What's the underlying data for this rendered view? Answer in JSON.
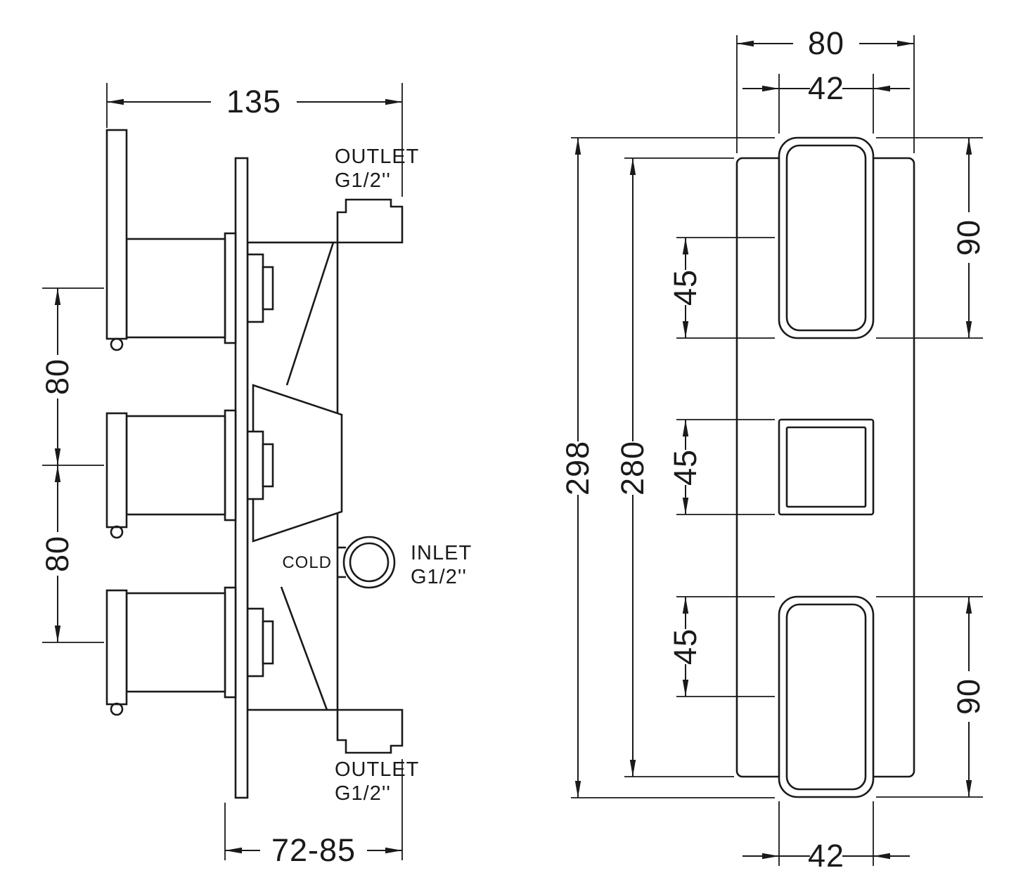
{
  "drawing": {
    "description": "Technical dimension drawing of a triple concealed shower valve, side view and front view",
    "side_view": {
      "dims": {
        "width": "135",
        "pitch_upper": "80",
        "pitch_lower": "80",
        "depth": "72-85"
      },
      "labels": {
        "outlet_top_line1": "OUTLET",
        "outlet_top_line2": "G1/2''",
        "cold": "COLD",
        "inlet_line1": "INLET",
        "inlet_line2": "G1/2''",
        "outlet_bottom_line1": "OUTLET",
        "outlet_bottom_line2": "G1/2''"
      }
    },
    "front_view": {
      "dims": {
        "plate_width": "80",
        "handle_width_top": "42",
        "overall_height": "298",
        "plate_height": "280",
        "offset_top": "45",
        "offset_middle": "45",
        "offset_bottom": "45",
        "handle_height_top": "90",
        "handle_height_bottom": "90",
        "handle_width_bottom": "42"
      }
    },
    "colors": {
      "line": "#1a1a1a",
      "background": "#ffffff"
    }
  }
}
